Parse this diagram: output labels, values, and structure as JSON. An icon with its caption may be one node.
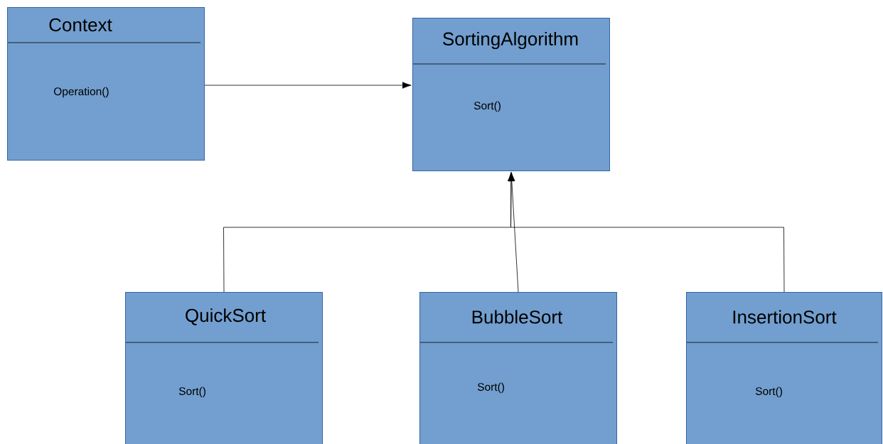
{
  "diagram": {
    "nodes": [
      {
        "text": [
          "Context",
          "Operation()"
        ]
      },
      {
        "text": [
          "SortingAlgorithm",
          "Sort()"
        ]
      },
      {
        "text": [
          "QuickSort",
          "Sort()"
        ]
      },
      {
        "text": [
          "BubbleSort",
          "Sort()"
        ]
      },
      {
        "text": [
          "InsertionSort",
          "Sort()"
        ]
      }
    ],
    "edges": [
      {
        "from": 0,
        "to": 1,
        "arrow": "to"
      },
      {
        "from": 2,
        "to": 1,
        "arrow": "to"
      },
      {
        "from": 3,
        "to": 1,
        "arrow": "to"
      },
      {
        "from": 4,
        "to": 1,
        "arrow": "to"
      }
    ]
  }
}
